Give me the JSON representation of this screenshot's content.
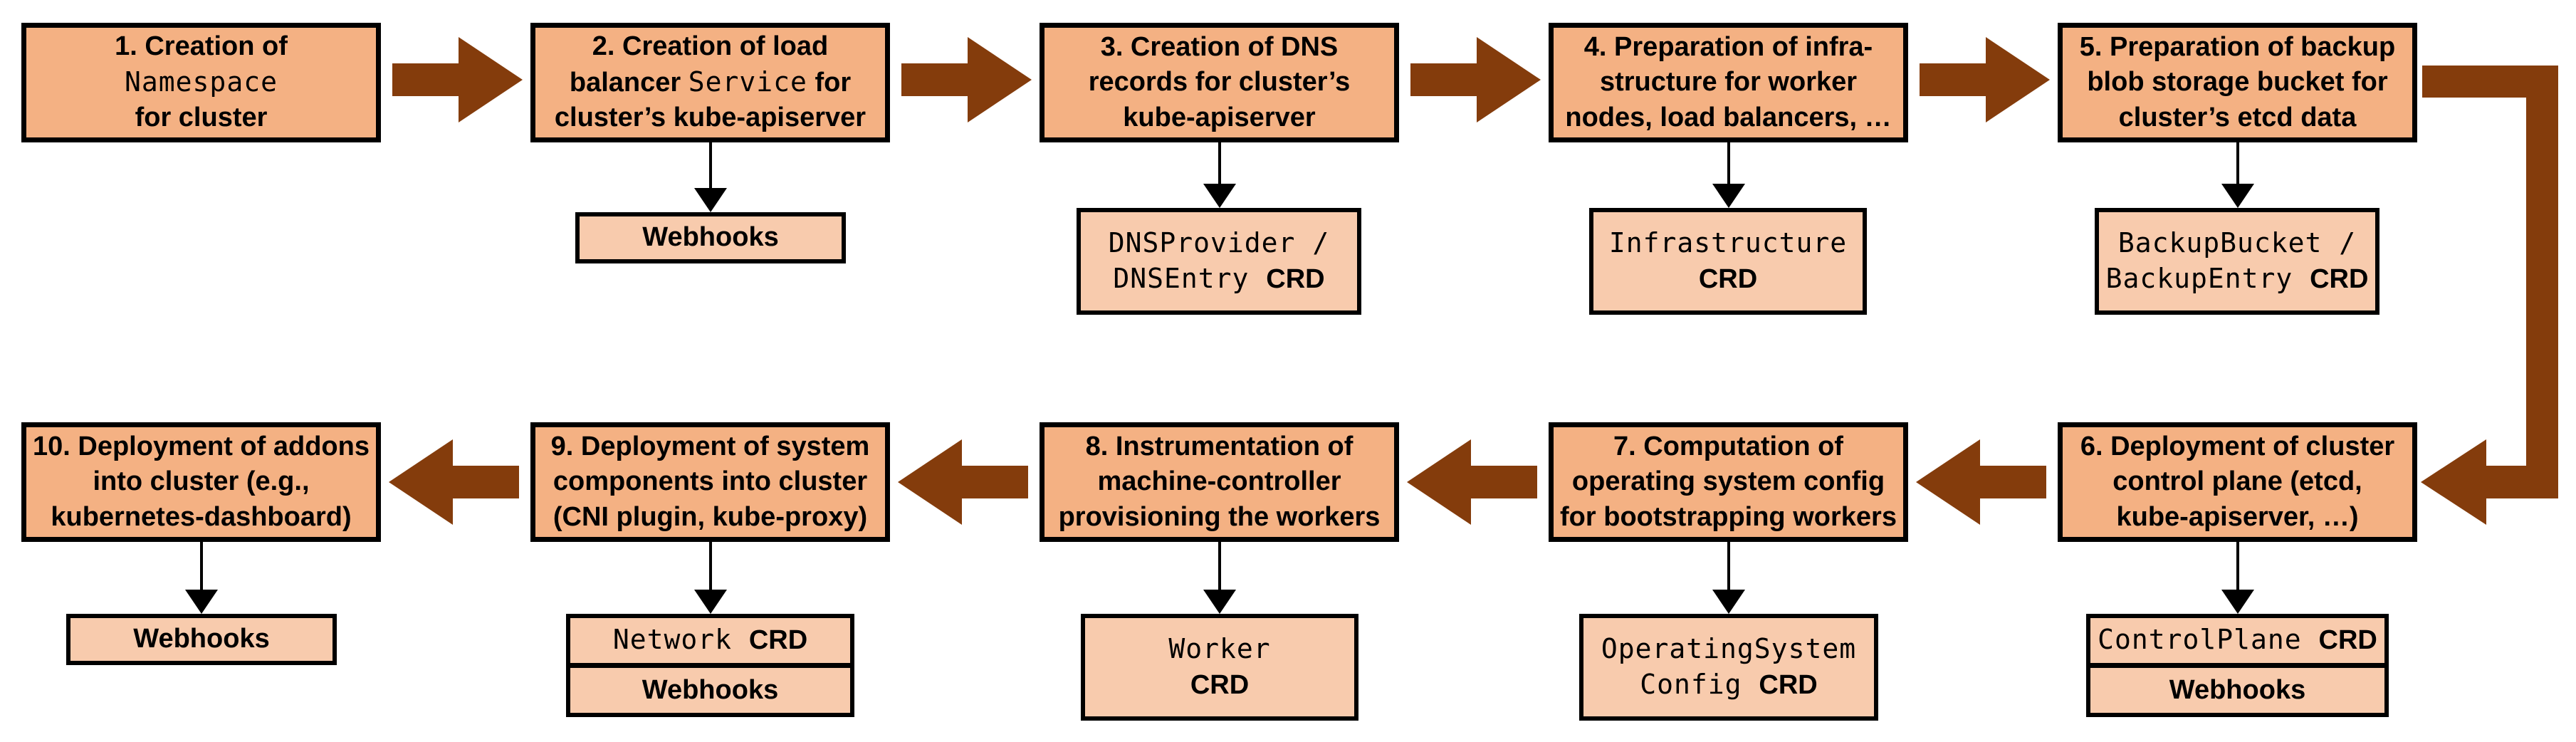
{
  "colors": {
    "canvas_bg": "#FFFFFF",
    "step_fill": "#F4B183",
    "sub_fill": "#F8CBAD",
    "arrow_brown": "#843C0C",
    "outline_black": "#000000"
  },
  "steps": [
    {
      "num": "1",
      "title": [
        {
          "t": "1. Creation of\n",
          "f": "sans"
        },
        {
          "t": "Namespace",
          "f": "mono"
        },
        {
          "t": "\nfor cluster",
          "f": "sans"
        }
      ]
    },
    {
      "num": "2",
      "title": [
        {
          "t": "2. Creation of load\nbalancer ",
          "f": "sans"
        },
        {
          "t": "Service",
          "f": "mono"
        },
        {
          "t": " for\ncluster’s kube-apiserver",
          "f": "sans"
        }
      ],
      "sub": {
        "rows": [
          [
            {
              "t": "Webhooks",
              "f": "sans"
            }
          ]
        ]
      }
    },
    {
      "num": "3",
      "title": [
        {
          "t": "3. Creation of DNS\nrecords for cluster’s\nkube-apiserver",
          "f": "sans"
        }
      ],
      "sub": {
        "rows": [
          [
            {
              "t": "DNSProvider /\nDNSEntry ",
              "f": "mono"
            },
            {
              "t": "CRD",
              "f": "sans"
            }
          ]
        ]
      }
    },
    {
      "num": "4",
      "title": [
        {
          "t": "4. Preparation of infra-\nstructure for worker\nnodes, load balancers, …",
          "f": "sans"
        }
      ],
      "sub": {
        "rows": [
          [
            {
              "t": "Infrastructure\n",
              "f": "mono"
            },
            {
              "t": "CRD",
              "f": "sans"
            }
          ]
        ]
      }
    },
    {
      "num": "5",
      "title": [
        {
          "t": "5. Preparation of backup\nblob storage bucket for\ncluster’s etcd data",
          "f": "sans"
        }
      ],
      "sub": {
        "rows": [
          [
            {
              "t": "BackupBucket /\nBackupEntry ",
              "f": "mono"
            },
            {
              "t": "CRD",
              "f": "sans"
            }
          ]
        ]
      }
    },
    {
      "num": "6",
      "title": [
        {
          "t": "6. Deployment of cluster\ncontrol plane (etcd,\nkube-apiserver, …)",
          "f": "sans"
        }
      ],
      "sub": {
        "rows": [
          [
            {
              "t": "ControlPlane ",
              "f": "mono"
            },
            {
              "t": "CRD",
              "f": "sans"
            }
          ],
          [
            {
              "t": "Webhooks",
              "f": "sans"
            }
          ]
        ]
      }
    },
    {
      "num": "7",
      "title": [
        {
          "t": "7. Computation of\noperating system config\nfor bootstrapping workers",
          "f": "sans"
        }
      ],
      "sub": {
        "rows": [
          [
            {
              "t": "OperatingSystem\nConfig ",
              "f": "mono"
            },
            {
              "t": "CRD",
              "f": "sans"
            }
          ]
        ]
      }
    },
    {
      "num": "8",
      "title": [
        {
          "t": "8. Instrumentation of\nmachine-controller\nprovisioning the workers",
          "f": "sans"
        }
      ],
      "sub": {
        "rows": [
          [
            {
              "t": "Worker\n",
              "f": "mono"
            },
            {
              "t": "CRD",
              "f": "sans"
            }
          ]
        ]
      }
    },
    {
      "num": "9",
      "title": [
        {
          "t": "9. Deployment of system\ncomponents into cluster\n(CNI plugin, kube-proxy)",
          "f": "sans"
        }
      ],
      "sub": {
        "rows": [
          [
            {
              "t": "Network ",
              "f": "mono"
            },
            {
              "t": "CRD",
              "f": "sans"
            }
          ],
          [
            {
              "t": "Webhooks",
              "f": "sans"
            }
          ]
        ]
      }
    },
    {
      "num": "10",
      "title": [
        {
          "t": "10. Deployment of addons\ninto cluster (e.g.,\nkubernetes-dashboard)",
          "f": "sans"
        }
      ],
      "sub": {
        "rows": [
          [
            {
              "t": "Webhooks",
              "f": "sans"
            }
          ]
        ]
      }
    }
  ]
}
